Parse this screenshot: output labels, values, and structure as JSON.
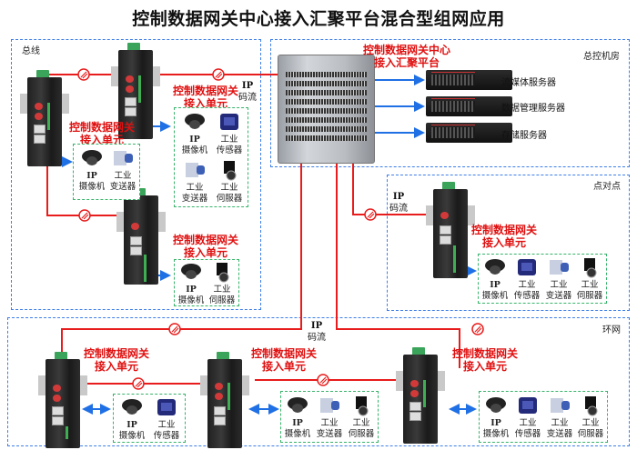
{
  "title": "控制数据网关中心接入汇聚平台混合型组网应用",
  "zones": {
    "bus": "总线",
    "control_room": "总控机房",
    "point_to_point": "点对点",
    "ring": "环网"
  },
  "center": {
    "label_line1": "控制数据网关中心",
    "label_line2": "接入汇聚平台"
  },
  "servers": [
    {
      "label": "流媒体服务器"
    },
    {
      "label": "数据管理服务器"
    },
    {
      "label": "存储服务器"
    }
  ],
  "gateway_unit": {
    "line1": "控制数据网关",
    "line2": "接入单元"
  },
  "ip_stream": {
    "line1": "IP",
    "line2": "码流"
  },
  "devices": {
    "camera": {
      "line1": "IP",
      "line2": "摄像机"
    },
    "sensor": {
      "line1": "工业",
      "line2": "传感器"
    },
    "transmitter": {
      "line1": "工业",
      "line2": "变送器"
    },
    "servo": {
      "line1": "工业",
      "line2": "伺服器"
    }
  },
  "colors": {
    "link_red": "#e81c1c",
    "arrow_blue": "#1f6fe5",
    "zone_blue": "#3d7ee8",
    "group_green": "#37b36a",
    "label_red": "#e01010"
  }
}
